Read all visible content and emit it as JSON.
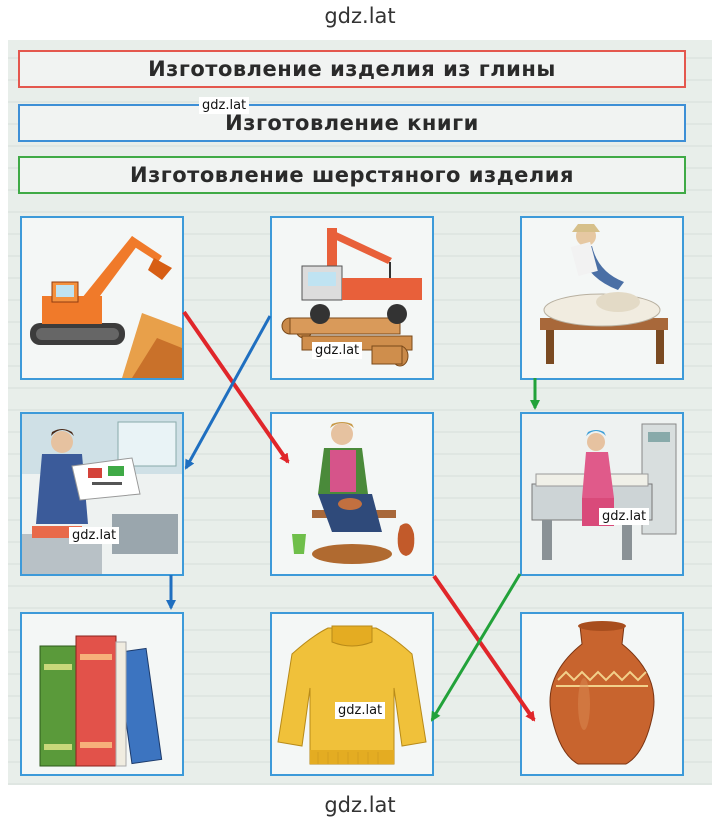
{
  "watermark": "gdz.lat",
  "banners": {
    "clay": "Изготовление   изделия   из   глины",
    "book": "Изготовление   книги",
    "wool": "Изготовление   шерстяного   изделия"
  },
  "colors": {
    "clay_chain": "#e0262a",
    "book_chain": "#1f6fc0",
    "wool_chain": "#22a23a",
    "frame": "#3d9ad9"
  },
  "cells": [
    {
      "id": "excavator",
      "icon": "excavator-icon"
    },
    {
      "id": "timber-truck",
      "icon": "crane-truck-icon"
    },
    {
      "id": "sheep-shearing",
      "icon": "sheep-shearing-icon"
    },
    {
      "id": "printing",
      "icon": "man-reading-proofs-icon"
    },
    {
      "id": "potter",
      "icon": "potter-wheel-icon"
    },
    {
      "id": "weaving",
      "icon": "loom-icon"
    },
    {
      "id": "books",
      "icon": "books-icon"
    },
    {
      "id": "sweater",
      "icon": "sweater-icon"
    },
    {
      "id": "vase",
      "icon": "clay-vase-icon"
    }
  ]
}
